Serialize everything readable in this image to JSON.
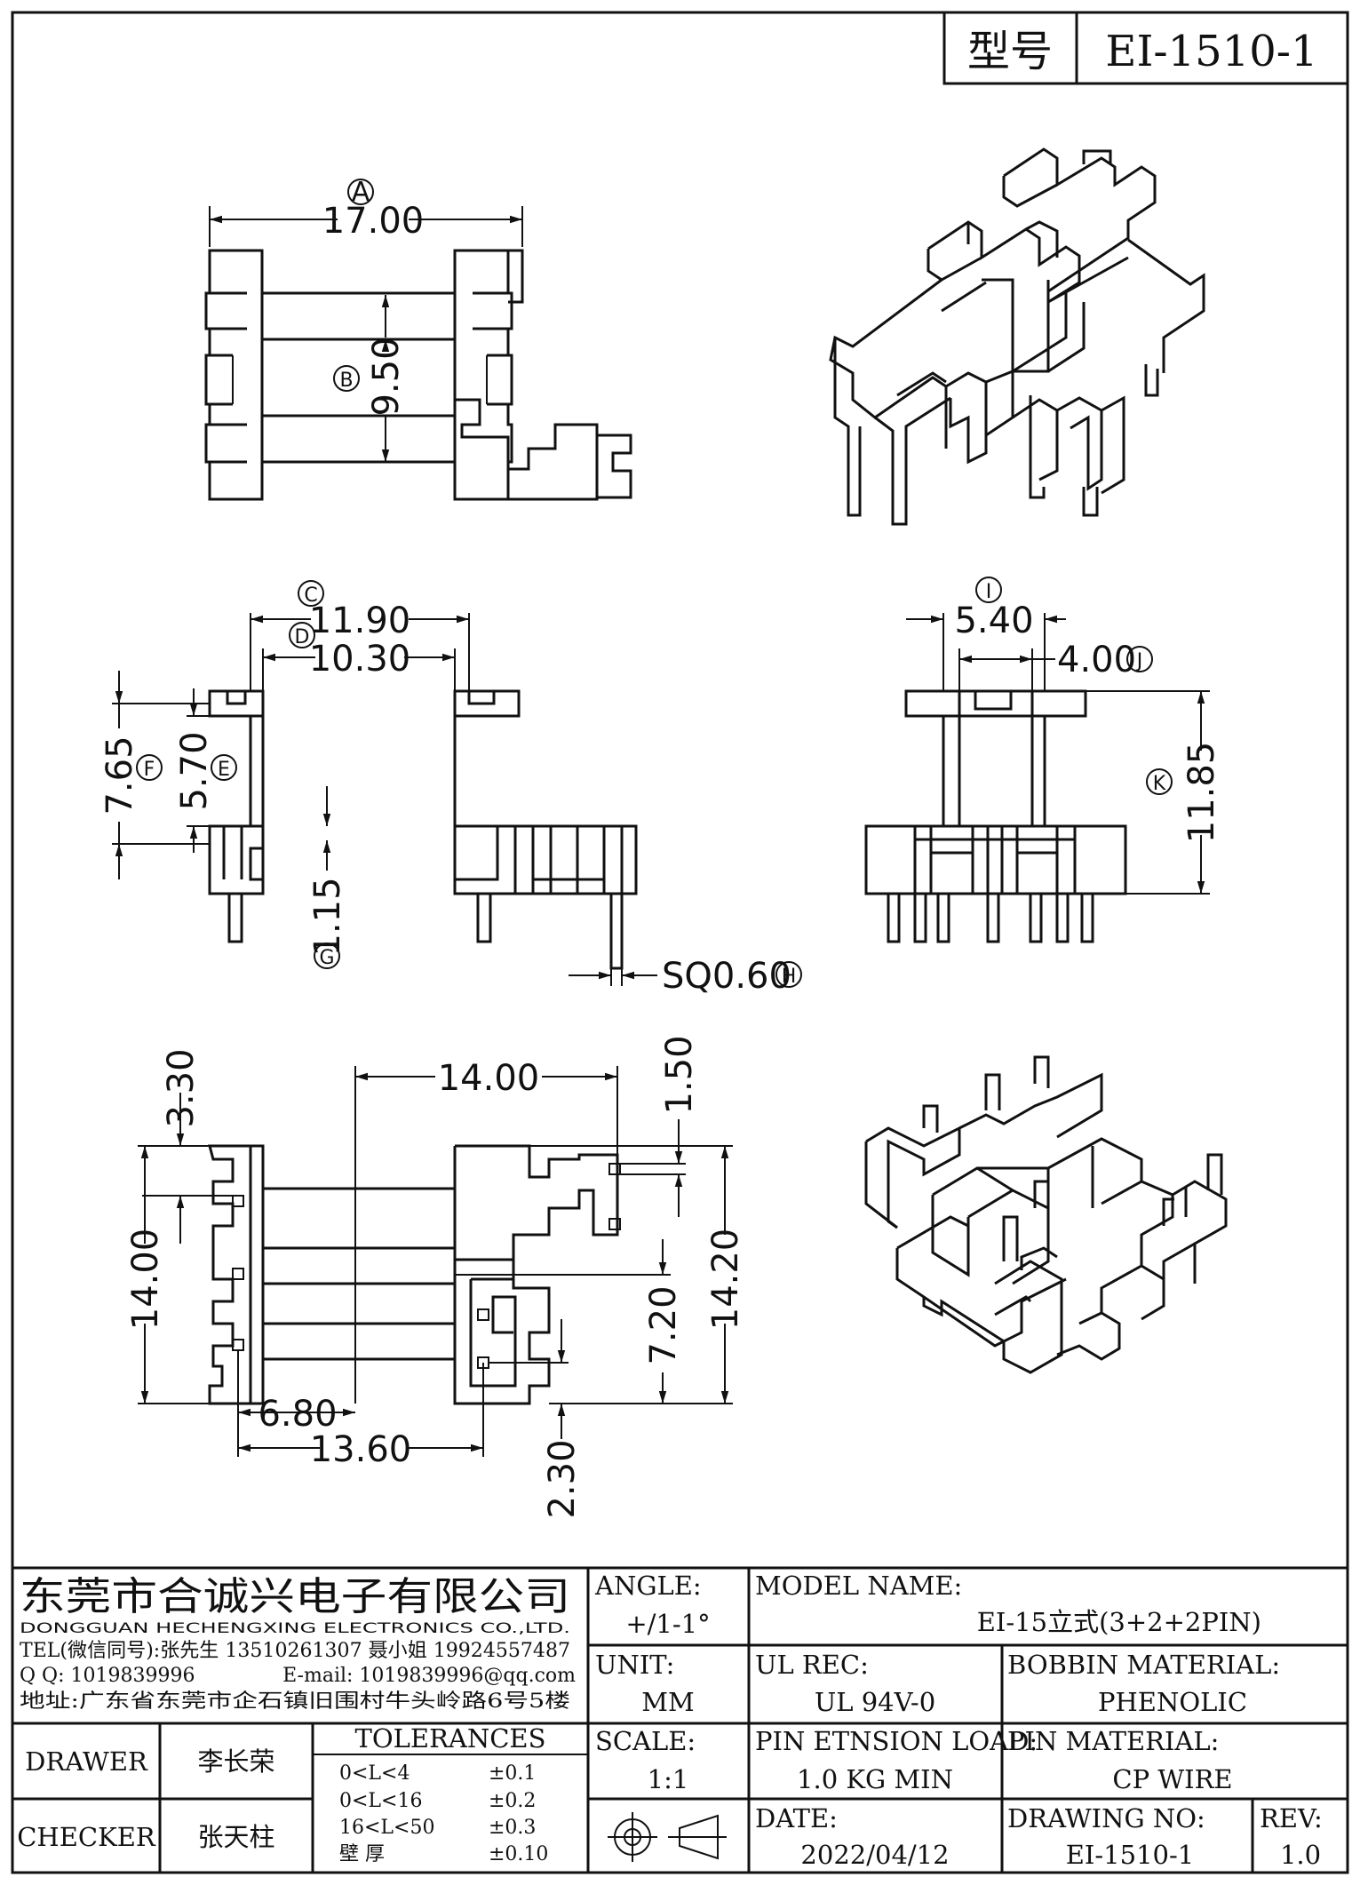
{
  "header": {
    "model_label": "型号",
    "model_value": "EI-1510-1"
  },
  "dimensions": {
    "A": {
      "letter": "A",
      "value": "17.00"
    },
    "B": {
      "letter": "B",
      "value": "9.50"
    },
    "C": {
      "letter": "C",
      "value": "11.90"
    },
    "D": {
      "letter": "D",
      "value": "10.30"
    },
    "E": {
      "letter": "E",
      "value": "5.70"
    },
    "F": {
      "letter": "F",
      "value": "7.65"
    },
    "G": {
      "letter": "G",
      "value": "1.15"
    },
    "H": {
      "letter": "H",
      "value": "SQ0.60"
    },
    "I": {
      "letter": "I",
      "value": "5.40"
    },
    "J": {
      "letter": "J",
      "value": "4.00"
    },
    "K": {
      "letter": "K",
      "value": "11.85"
    },
    "bottom": {
      "d1": "14.00",
      "d2": "3.30",
      "d3": "1.50",
      "d4": "14.00",
      "d5": "14.20",
      "d6": "7.20",
      "d7": "6.80",
      "d8": "13.60",
      "d9": "2.30"
    }
  },
  "title_block": {
    "company_cn": "东莞市合诚兴电子有限公司",
    "company_en": "DONGGUAN HECHENGXING ELECTRONICS CO.,LTD.",
    "tel": "TEL(微信同号):张先生 13510261307 聂小姐 19924557487",
    "qq": "Q Q: 1019839996",
    "email": "E-mail: 1019839996@qq.com",
    "address": "地址:广东省东莞市企石镇旧围村牛头岭路6号5楼",
    "angle_label": "ANGLE:",
    "angle_value": "+/1-1°",
    "model_name_label": "MODEL NAME:",
    "model_name_value": "EI-15立式(3+2+2PIN)",
    "unit_label": "UNIT:",
    "unit_value": "MM",
    "ul_label": "UL REC:",
    "ul_value": "UL 94V-0",
    "bobbin_label": "BOBBIN MATERIAL:",
    "bobbin_value": "PHENOLIC",
    "drawer_label": "DRAWER",
    "drawer_value": "李长荣",
    "checker_label": "CHECKER",
    "checker_value": "张天柱",
    "tol_label": "TOLERANCES",
    "tolerances": [
      {
        "range": "0<L<4",
        "value": "±0.1"
      },
      {
        "range": "0<L<16",
        "value": "±0.2"
      },
      {
        "range": "16<L<50",
        "value": "±0.3"
      },
      {
        "range": "壁   厚",
        "value": "±0.10"
      }
    ],
    "scale_label": "SCALE:",
    "scale_value": "1:1",
    "pin_load_label": "PIN ETNSION LOAD:",
    "pin_load_value": "1.0 KG MIN",
    "pin_mat_label": "PIN MATERIAL:",
    "pin_mat_value": "CP WIRE",
    "date_label": "DATE:",
    "date_value": "2022/04/12",
    "drawing_no_label": "DRAWING NO:",
    "drawing_no_value": "EI-1510-1",
    "rev_label": "REV:",
    "rev_value": "1.0"
  }
}
